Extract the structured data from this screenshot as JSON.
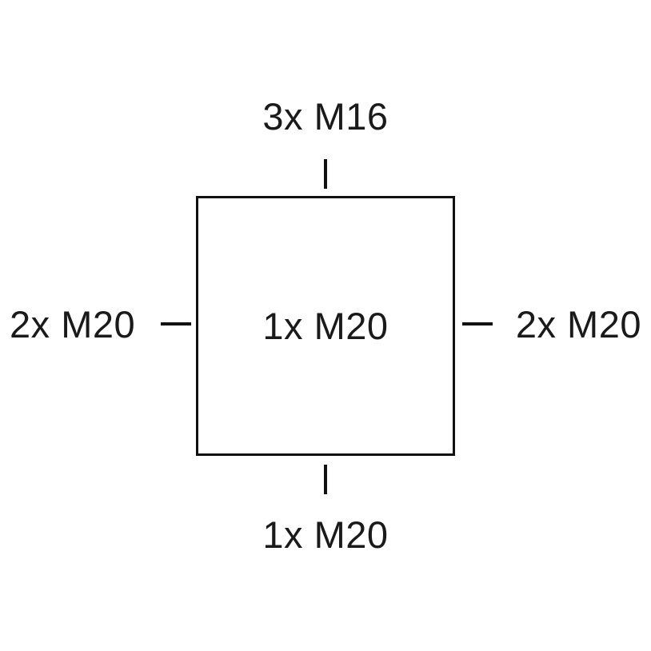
{
  "diagram": {
    "type": "cable-gland-layout",
    "background_color": "#ffffff",
    "stroke_color": "#111111",
    "text_color": "#1a1a1a",
    "enclosure": {
      "center_label": "1x M20"
    },
    "labels": {
      "top": "3x M16",
      "bottom": "1x M20",
      "left": "2x M20",
      "right": "2x M20"
    }
  }
}
